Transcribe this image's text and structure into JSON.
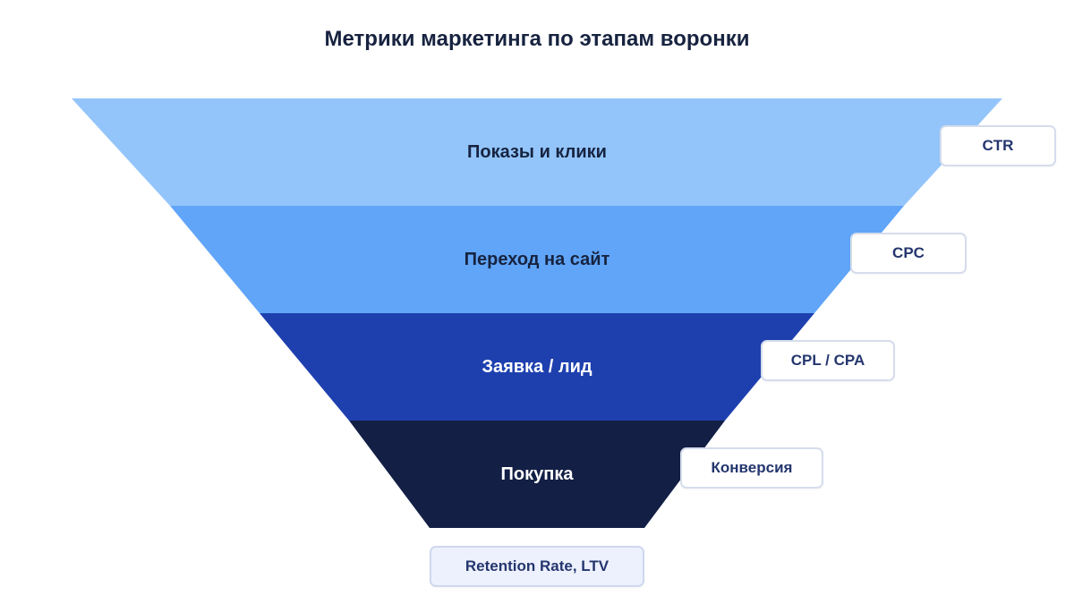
{
  "title": "Метрики маркетинга по этапам воронки",
  "stages": [
    {
      "label": "Показы и клики",
      "metric": "CTR",
      "fill": "#93c5fb",
      "text_color": "#172340"
    },
    {
      "label": "Переход на сайт",
      "metric": "CPC",
      "fill": "#60a5f8",
      "text_color": "#172340"
    },
    {
      "label": "Заявка / лид",
      "metric": "CPL / CPA",
      "fill": "#1e40af",
      "text_color": "#ffffff"
    },
    {
      "label": "Покупка",
      "metric": "Конверсия",
      "fill": "#131f45",
      "text_color": "#ffffff"
    }
  ],
  "footer_metric": "Retention Rate, LTV",
  "colors": {
    "title": "#172340",
    "metric_text": "#24366e",
    "box_border": "#d5dcec",
    "retention_bg": "#edf1fd"
  }
}
